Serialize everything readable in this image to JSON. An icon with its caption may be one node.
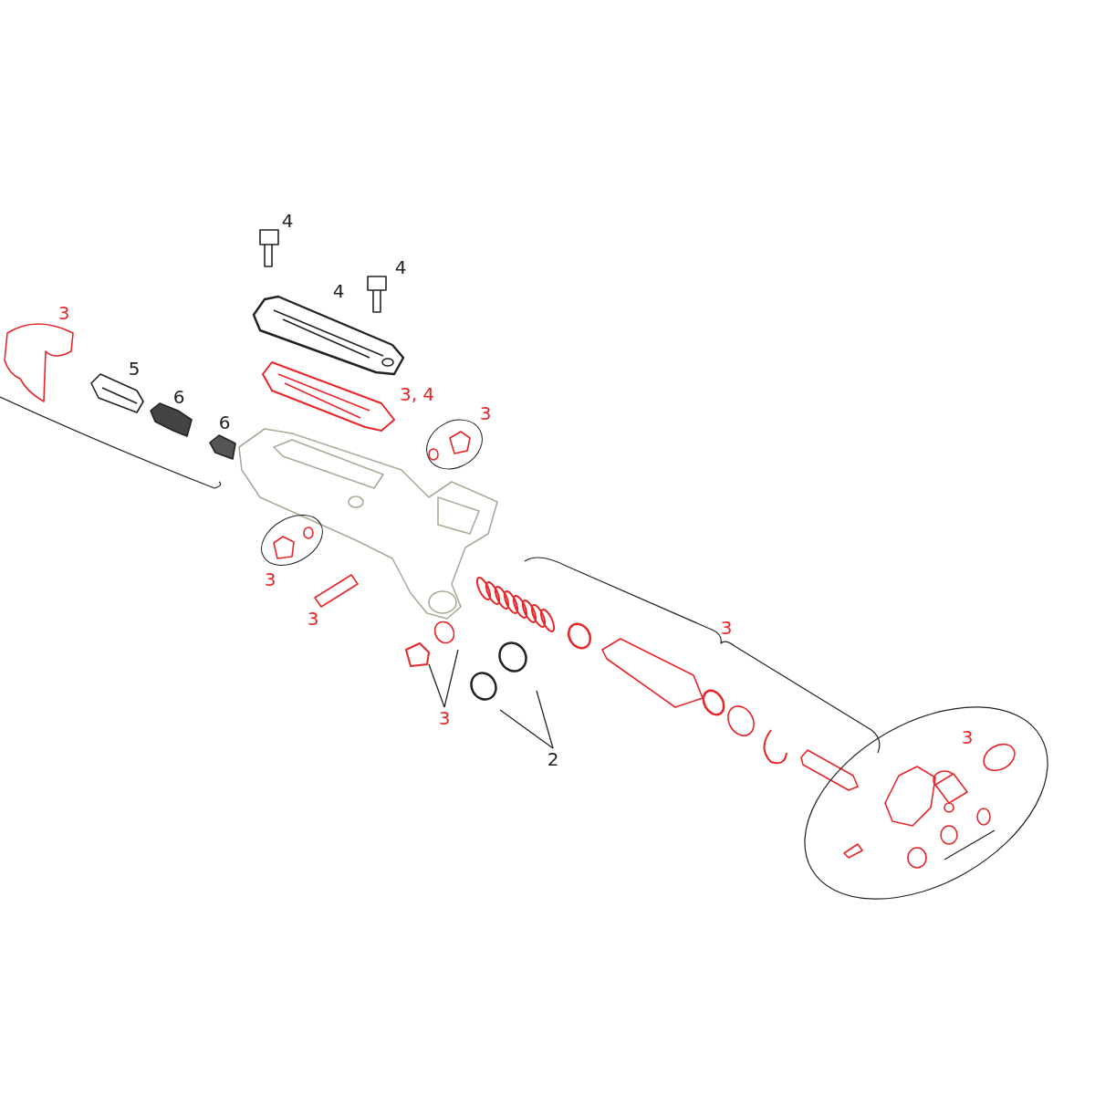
{
  "diagram": {
    "nodes": [
      {
        "text": [
          "3"
        ]
      },
      {
        "text": [
          "2"
        ]
      }
    ],
    "edges": [
      {
        "from": 0,
        "to": null,
        "arrow": "none"
      },
      {
        "from": 0,
        "to": null,
        "arrow": "none"
      },
      {
        "from": 1,
        "to": null,
        "arrow": "none"
      },
      {
        "from": 1,
        "to": null,
        "arrow": "none"
      }
    ],
    "labels": [
      "4",
      "4",
      "4",
      "3",
      "5",
      "6",
      "3, 4",
      "6",
      "3",
      "3",
      "3",
      "3",
      "3"
    ]
  }
}
